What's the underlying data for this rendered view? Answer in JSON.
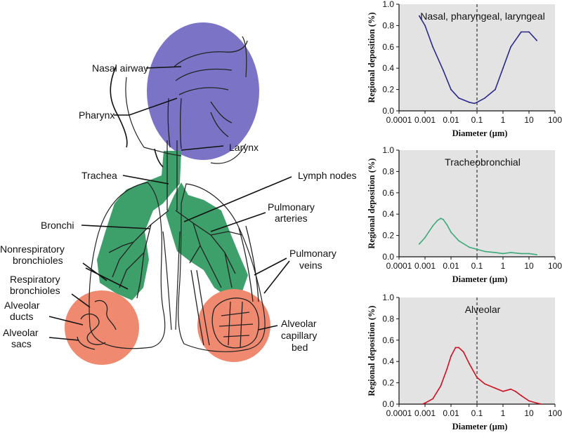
{
  "diagram": {
    "labels": {
      "nasal_airway": "Nasal airway",
      "pharynx": "Pharynx",
      "larynx": "Larynx",
      "trachea": "Trachea",
      "lymph_nodes": "Lymph nodes",
      "bronchi": "Bronchi",
      "pulmonary_arteries_1": "Pulmonary",
      "pulmonary_arteries_2": "arteries",
      "nonrespiratory_1": "Nonrespiratory",
      "nonrespiratory_2": "bronchioles",
      "pulmonary_veins_1": "Pulmonary",
      "pulmonary_veins_2": "veins",
      "respiratory_1": "Respiratory",
      "respiratory_2": "bronchioles",
      "alveolar_ducts_1": "Alveolar",
      "alveolar_ducts_2": "ducts",
      "alveolar_sacs_1": "Alveolar",
      "alveolar_sacs_2": "sacs",
      "capillary_1": "Alveolar",
      "capillary_2": "capillary",
      "capillary_3": "bed"
    },
    "region_colors": {
      "nasal_pharyngeal_laryngeal": "#7b74c6",
      "tracheobronchial": "#3d9f69",
      "alveolar": "#ef8a70"
    }
  },
  "chart_data": [
    {
      "type": "line",
      "title": "Nasal, pharyngeal, laryngeal",
      "xlabel": "Diameter (µm)",
      "ylabel": "Regional deposition (%)",
      "xscale": "log",
      "xlim": [
        0.0001,
        100
      ],
      "ylim": [
        0,
        1.0
      ],
      "xticks": [
        "0.0001",
        "0.001",
        "0.01",
        "0.1",
        "1",
        "10",
        "100"
      ],
      "yticks": [
        "0.0",
        "0.2",
        "0.4",
        "0.6",
        "0.8",
        "1.0"
      ],
      "reference_line_x": 0.1,
      "color": "#2a2a8c",
      "x": [
        0.0006,
        0.001,
        0.002,
        0.005,
        0.01,
        0.02,
        0.05,
        0.08,
        0.1,
        0.2,
        0.5,
        1,
        2,
        5,
        10,
        20
      ],
      "y": [
        0.89,
        0.8,
        0.6,
        0.38,
        0.2,
        0.12,
        0.08,
        0.07,
        0.08,
        0.12,
        0.2,
        0.4,
        0.6,
        0.74,
        0.74,
        0.66
      ]
    },
    {
      "type": "line",
      "title": "Tracheobronchial",
      "xlabel": "Diameter (µm)",
      "ylabel": "Regional deposition (%)",
      "xscale": "log",
      "xlim": [
        0.0001,
        100
      ],
      "ylim": [
        0,
        1.0
      ],
      "xticks": [
        "0.0001",
        "0.001",
        "0.01",
        "0.1",
        "1",
        "10",
        "100"
      ],
      "yticks": [
        "0.0",
        "0.2",
        "0.4",
        "0.6",
        "0.8",
        "1.0"
      ],
      "reference_line_x": 0.1,
      "color": "#3daa78",
      "x": [
        0.0006,
        0.001,
        0.002,
        0.003,
        0.004,
        0.005,
        0.007,
        0.01,
        0.02,
        0.05,
        0.1,
        0.2,
        0.5,
        1,
        2,
        5,
        10,
        20
      ],
      "y": [
        0.12,
        0.18,
        0.29,
        0.34,
        0.36,
        0.35,
        0.3,
        0.23,
        0.15,
        0.09,
        0.07,
        0.05,
        0.04,
        0.03,
        0.04,
        0.03,
        0.03,
        0.02
      ]
    },
    {
      "type": "line",
      "title": "Alveolar",
      "xlabel": "Diameter (µm)",
      "ylabel": "Regional deposition (%)",
      "xscale": "log",
      "xlim": [
        0.0001,
        100
      ],
      "ylim": [
        0,
        1.0
      ],
      "xticks": [
        "0.0001",
        "0.001",
        "0.01",
        "0.1",
        "1",
        "10",
        "100"
      ],
      "yticks": [
        "0.0",
        "0.2",
        "0.4",
        "0.6",
        "0.8",
        "1.0"
      ],
      "reference_line_x": 0.1,
      "color": "#cc1122",
      "x": [
        0.0008,
        0.001,
        0.002,
        0.004,
        0.007,
        0.01,
        0.015,
        0.02,
        0.03,
        0.05,
        0.1,
        0.2,
        0.5,
        1,
        2,
        3,
        5,
        10,
        20,
        30
      ],
      "y": [
        0.0,
        0.01,
        0.05,
        0.17,
        0.33,
        0.45,
        0.53,
        0.53,
        0.49,
        0.38,
        0.25,
        0.19,
        0.15,
        0.12,
        0.14,
        0.12,
        0.08,
        0.03,
        0.01,
        0.0
      ]
    }
  ]
}
